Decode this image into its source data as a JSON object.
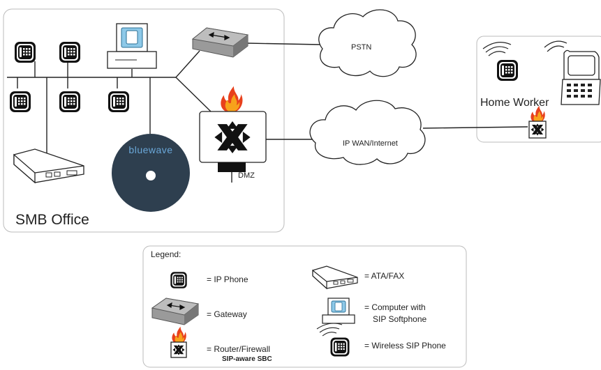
{
  "office": {
    "title": "SMB Office"
  },
  "home": {
    "title": "Home Worker"
  },
  "clouds": {
    "pstn": "PSTN",
    "wan": "IP WAN/Internet"
  },
  "dmz": "DMZ",
  "server": {
    "brand": "bluewave"
  },
  "legend": {
    "title": "Legend:",
    "ip_phone": "= IP Phone",
    "gateway": "= Gateway",
    "router": "= Router/Firewall",
    "router_sub": "SIP-aware SBC",
    "ata": "= ATA/FAX",
    "computer_line1": "= Computer with",
    "computer_line2": "SIP Softphone",
    "wireless": "= Wireless SIP Phone"
  },
  "colors": {
    "flame_red": "#e8401c",
    "flame_orange": "#f7a21b",
    "disc": "#2e3f4f",
    "screen": "#8ec9e8"
  }
}
